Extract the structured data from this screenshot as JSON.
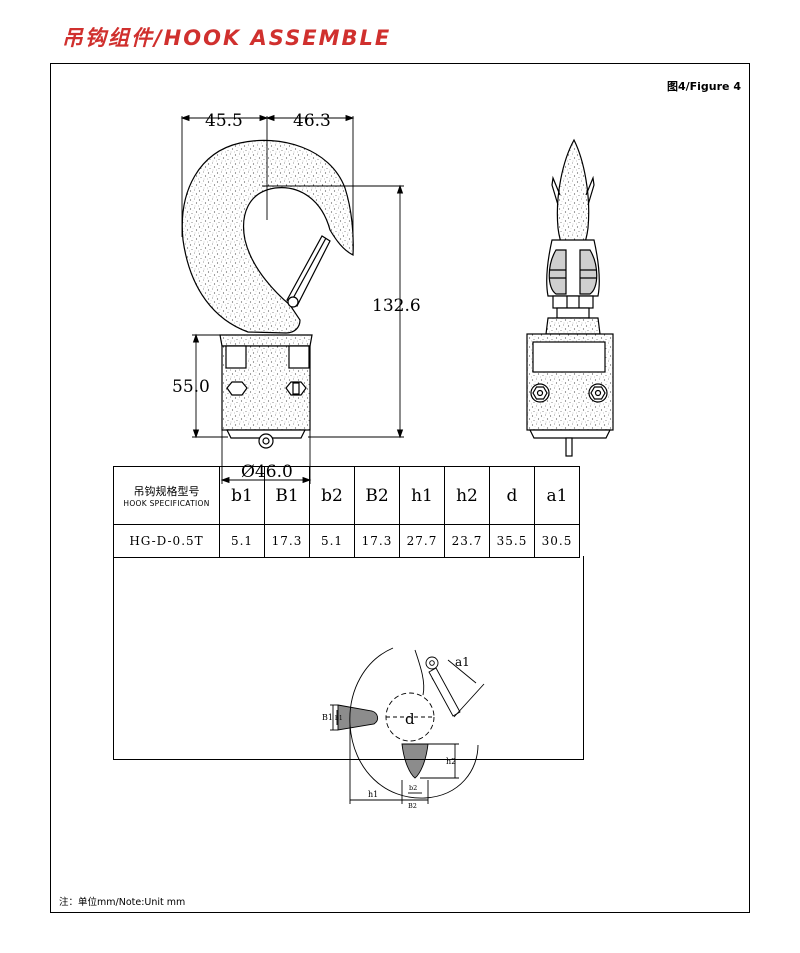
{
  "header": {
    "title": "吊钩组件/HOOK ASSEMBLE"
  },
  "figure": {
    "label": "图4/Figure 4"
  },
  "front_view": {
    "dims": {
      "left_width": "45.5",
      "right_width": "46.3",
      "height": "132.6",
      "body_height": "55.0",
      "diameter": "Ø46.0"
    }
  },
  "spec_table": {
    "title_zh": "吊钩规格型号",
    "title_en": "HOOK SPECIFICATION",
    "columns": [
      "b1",
      "B1",
      "b2",
      "B2",
      "h1",
      "h2",
      "d",
      "a1"
    ],
    "row": {
      "model": "HG-D-0.5T",
      "values": [
        "5.1",
        "17.3",
        "5.1",
        "17.3",
        "27.7",
        "23.7",
        "35.5",
        "30.5"
      ]
    }
  },
  "detail": {
    "labels": {
      "a1": "a1",
      "d": "d",
      "B1": "B1",
      "b1": "b1",
      "h2": "h2",
      "h1": "h1",
      "b2": "b2",
      "B2": "B2"
    }
  },
  "note": "注：单位mm/Note:Unit mm",
  "colors": {
    "accent": "#d0302e",
    "line": "#000000",
    "texture": "#888888"
  }
}
